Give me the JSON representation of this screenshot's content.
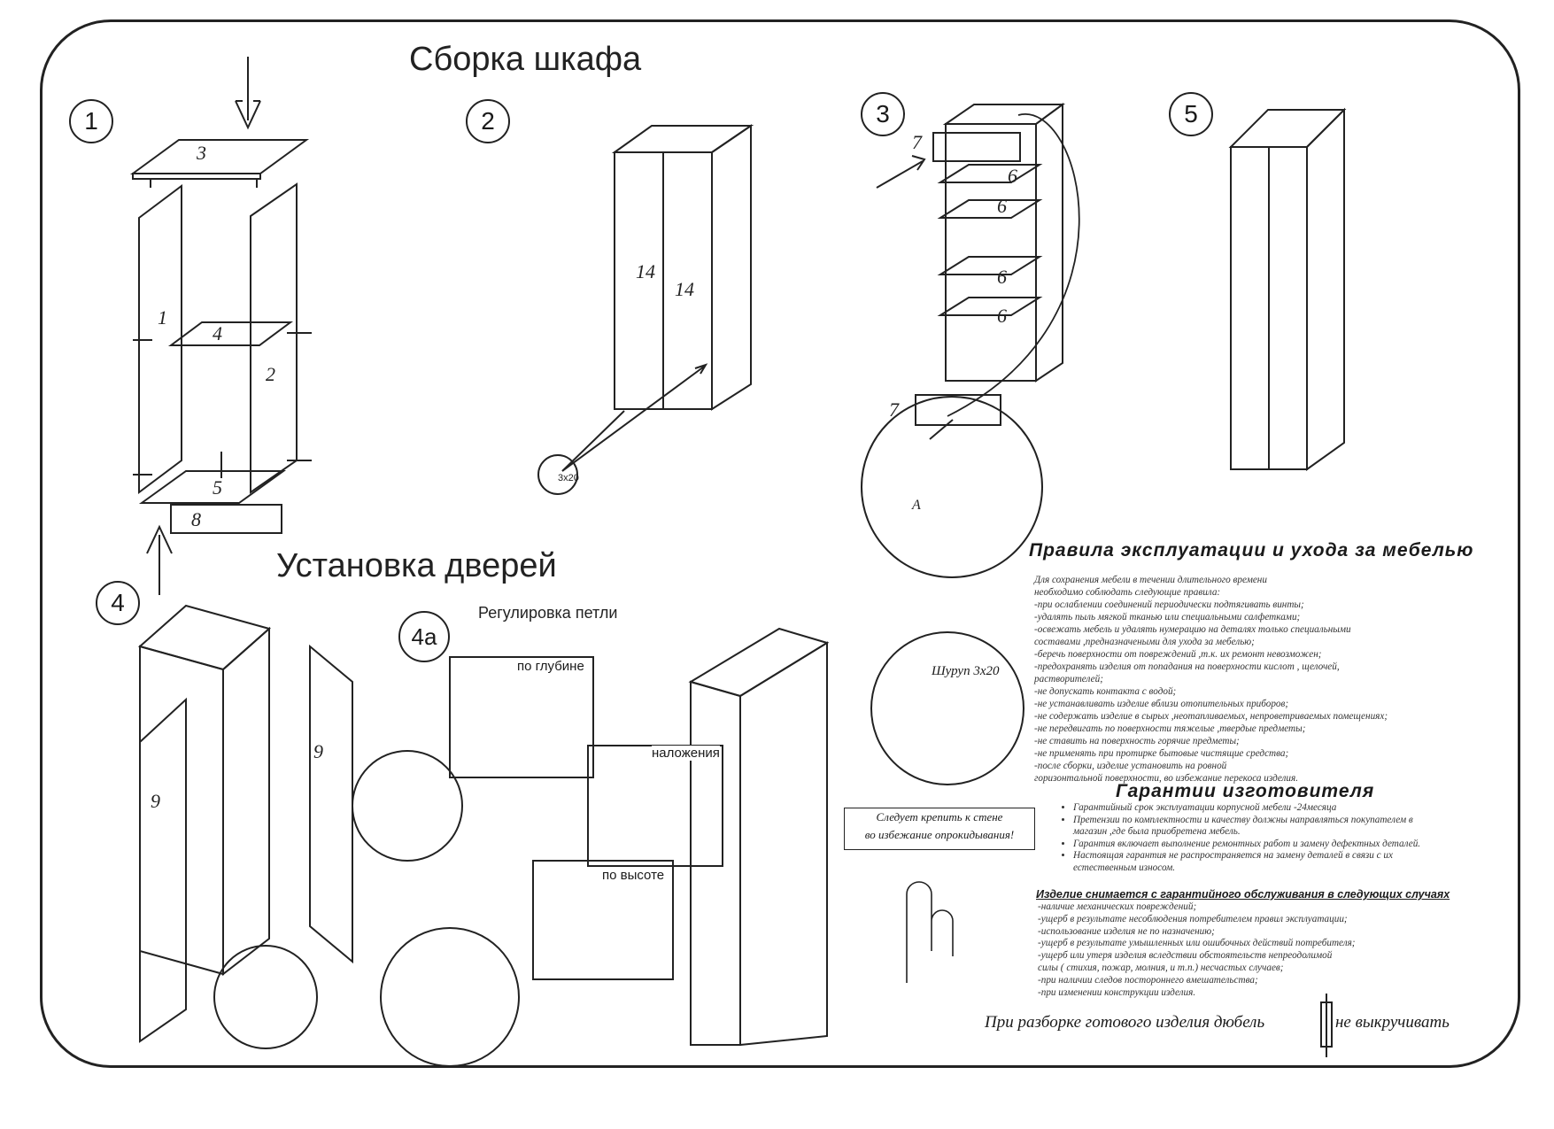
{
  "titles": {
    "assembly": "Сборка шкафа",
    "doors": "Установка дверей",
    "hinge_adjust": "Регулировка петли"
  },
  "steps": [
    "1",
    "2",
    "3",
    "5",
    "4",
    "4а"
  ],
  "part_labels": {
    "p3": "3",
    "p1": "1",
    "p4": "4",
    "p2": "2",
    "p5": "5",
    "p8": "8",
    "p14a": "14",
    "p14b": "14",
    "screw": "3x20",
    "p7a": "7",
    "p6a": "6",
    "p6b": "6",
    "p6c": "6",
    "p6d": "6",
    "p7b": "7",
    "pa": "A",
    "p9a": "9",
    "p9b": "9"
  },
  "hinge_boxes": {
    "depth": "по глубине",
    "overlay": "наложения",
    "height": "по высоте"
  },
  "screw_label": "Шуруп 3х20",
  "wall_note": [
    "Следует крепить к стене",
    "во избежание опрокидывания!"
  ],
  "rules": {
    "title": "Правила эксплуатации и ухода за мебелью",
    "items": [
      "Для сохранения мебели в течении длительного времени",
      "необходимо соблюдать следующие правила:",
      "-при ослаблении соединений периодически подтягивать винты;",
      "-удалять пыль мягкой тканью или специальными салфетками;",
      "-освежать мебель и удалять нумерацию на деталях только специальными",
      "составами ,предназначеными для ухода за мебелью;",
      "-беречь поверхности от повреждений ,т.к. их ремонт невозможен;",
      "-предохранять изделия от попадания на поверхности кислот , щелочей,",
      "  растворителей;",
      "-не допускать контакта с водой;",
      "-не устанавливать изделие вблизи отопительных приборов;",
      "-не содержать изделие в сырых ,неотапливаемых, непроветриваемых помещениях;",
      "-не передвигать по поверхности тяжелые ,твердые предметы;",
      "-не ставить на поверхность горячие предметы;",
      "-не применять при протирке бытовые чистящие средства;",
      "-после сборки, изделие установить на ровной",
      "горизонтальной поверхности, во избежание перекоса изделия."
    ]
  },
  "guarantee": {
    "title": "Гарантии изготовителя",
    "items": [
      "Гарантийный срок эксплуатации корпусной мебели -24месяца",
      "Претензии по комплектности и качеству должны направляться покупателем в магазин ,где была приобретена мебель.",
      "Гарантия включает выполнение ремонтных работ и замену дефектных деталей.",
      "Настоящая гарантия не распространяется на замену деталей в связи с их естественным износом."
    ]
  },
  "exclusions": {
    "title": "Изделие снимается с гарантийного обслуживания в следующих случаях",
    "items": [
      "-наличие механических повреждений;",
      "-ущерб в результате несоблюдения потребителем правил эксплуатации;",
      "-использование изделия не по назначению;",
      "-ущерб в результате умышленных или ошибочных действий потребителя;",
      "-ущерб или утеря изделия вследствии обстоятельств непреодолимой",
      "силы ( стихия, пожар, молния, и т.п.) несчастых случаев;",
      "-при наличии следов постороннего вмешательства;",
      "-при изменении конструкции изделия."
    ]
  },
  "footer": {
    "part1": "При разборке готового изделия дюбель",
    "part2": "не выкручивать"
  }
}
